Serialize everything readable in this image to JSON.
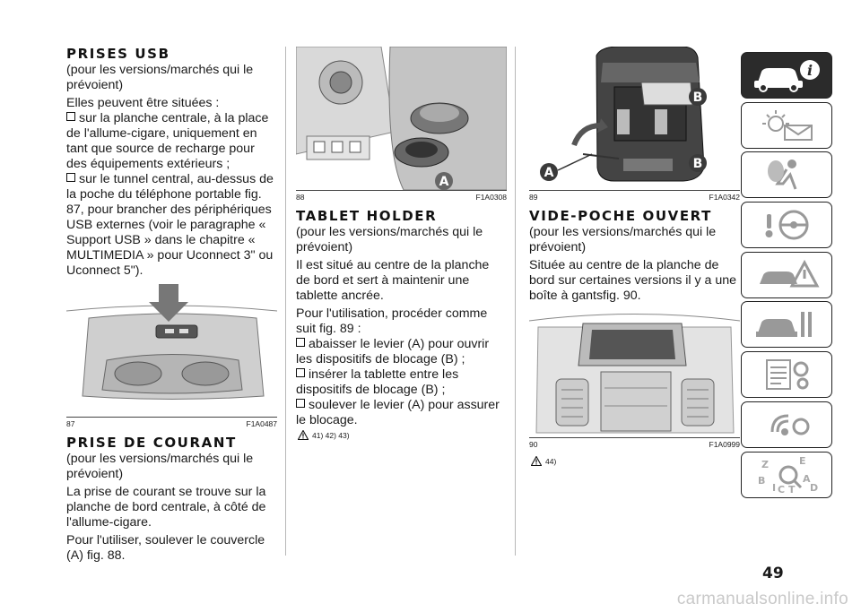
{
  "col1": {
    "title": "PRISES USB",
    "p1": "(pour les versions/marchés qui le prévoient)",
    "p2": "Elles peuvent être situées :",
    "bullets": [
      "sur la planche centrale, à la place de l'allume-cigare, uniquement en tant que source de recharge pour des équipements extérieurs ;",
      "sur le tunnel central, au-dessus de la poche du téléphone portable fig. 87, pour brancher des périphériques USB externes (voir le paragraphe « Support USB » dans le chapitre « MULTIMEDIA » pour Uconnect 3\" ou Uconnect 5\")."
    ],
    "fig": {
      "num": "87",
      "code": "F1A0487"
    },
    "title2": "PRISE DE COURANT",
    "p3": "(pour les versions/marchés qui le prévoient)",
    "p4": "La prise de courant se trouve sur la planche de bord centrale, à côté de l'allume-cigare.",
    "p5": "Pour l'utiliser, soulever le couvercle (A) fig. 88."
  },
  "col2": {
    "fig": {
      "num": "88",
      "code": "F1A0308",
      "label_a": "A"
    },
    "title": "TABLET HOLDER",
    "p1": "(pour les versions/marchés qui le prévoient)",
    "p2": "Il est situé au centre de la planche de bord et sert à maintenir une tablette ancrée.",
    "p3": "Pour l'utilisation, procéder comme suit fig. 89 :",
    "bullets": [
      "abaisser le levier (A) pour ouvrir les dispositifs de blocage (B) ;",
      "insérer la tablette entre les dispositifs de blocage (B) ;",
      "soulever le levier (A) pour assurer le blocage."
    ],
    "warn": "41)  42)  43)"
  },
  "col3": {
    "fig1": {
      "num": "89",
      "code": "F1A0342",
      "label_a": "A",
      "label_b": "B"
    },
    "title": "VIDE-POCHE OUVERT",
    "p1": "(pour les versions/marchés qui le prévoient)",
    "p2": "Située au centre de la planche de bord sur certaines versions il y a une boîte à gantsfig. 90.",
    "fig2": {
      "num": "90",
      "code": "F1A0999"
    },
    "warn": "44)"
  },
  "rail": {
    "tabs": [
      {
        "name": "car-info-icon",
        "active": true
      },
      {
        "name": "dashboard-lights-icon",
        "active": false
      },
      {
        "name": "safety-airbag-icon",
        "active": false
      },
      {
        "name": "driving-steering-icon",
        "active": false
      },
      {
        "name": "emergency-icon",
        "active": false
      },
      {
        "name": "maintenance-icon",
        "active": false
      },
      {
        "name": "technical-data-icon",
        "active": false
      },
      {
        "name": "multimedia-icon",
        "active": false
      },
      {
        "name": "index-icon",
        "active": false
      }
    ],
    "index_letters": [
      "Z",
      "E",
      "B",
      "A",
      "I",
      "C",
      "T",
      "D"
    ]
  },
  "page_number": "49",
  "watermark": "carmanualsonline.info",
  "colors": {
    "rail_active": "#2b2b2b",
    "text": "#1a1a1a",
    "figure_gray": "#8a8a8a"
  }
}
